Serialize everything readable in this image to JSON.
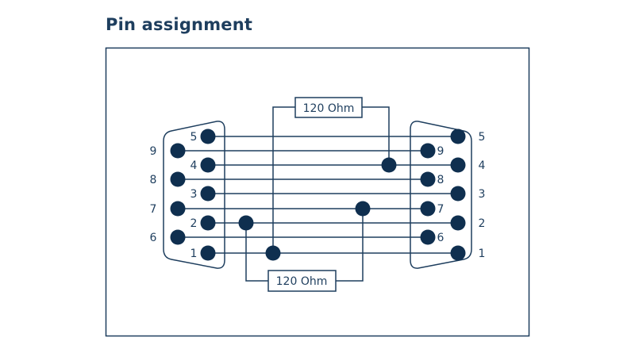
{
  "title": "Pin assignment",
  "colors": {
    "wire": "#1e3e5e",
    "pin": "#0f2f4f",
    "frame": "#1e3e5e",
    "text": "#1e3e5e"
  },
  "left_connector": {
    "top_row_pins": [
      "5",
      "4",
      "3",
      "2",
      "1"
    ],
    "bottom_row_pins": [
      "9",
      "8",
      "7",
      "6"
    ]
  },
  "right_connector": {
    "top_row_pins": [
      "5",
      "4",
      "3",
      "2",
      "1"
    ],
    "bottom_row_pins": [
      "9",
      "8",
      "7",
      "6"
    ]
  },
  "resistors": [
    {
      "label": "120 Ohm",
      "connects": [
        "left-1",
        "right-4"
      ]
    },
    {
      "label": "120 Ohm",
      "connects": [
        "left-2",
        "right-7"
      ]
    }
  ]
}
